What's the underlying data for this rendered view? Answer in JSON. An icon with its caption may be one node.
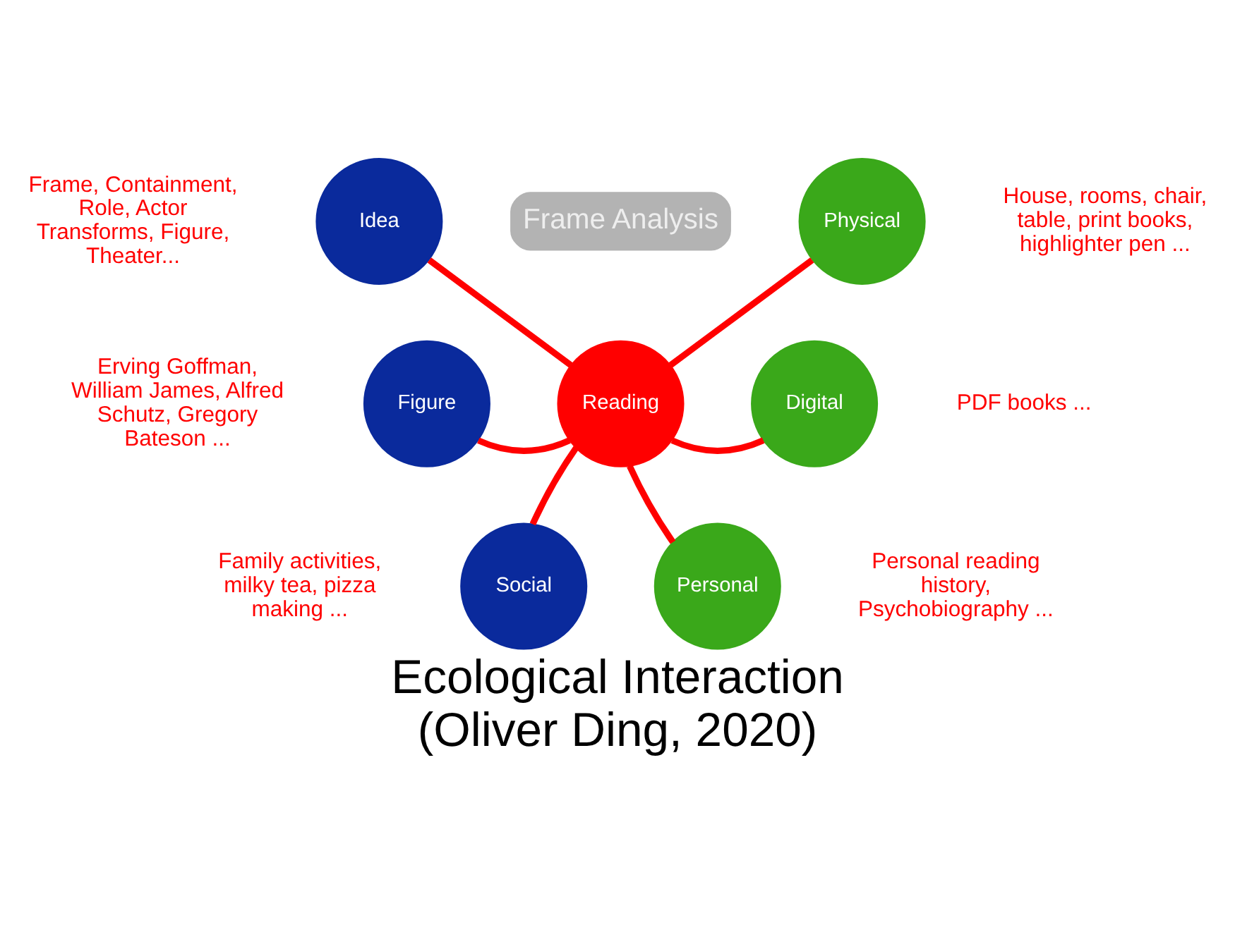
{
  "diagram": {
    "title": "Ecological Interaction",
    "caption": "(Oliver Ding, 2020)",
    "nodes": [
      {
        "text": [
          "Frame Analysis"
        ]
      },
      {
        "text": [
          "Idea"
        ],
        "beside": [
          "Frame, Containment, Role, Actor Transforms, Figure, Theater..."
        ]
      },
      {
        "text": [
          "Physical"
        ],
        "beside": [
          "House, rooms, chair, table, print books, highlighter pen ..."
        ]
      },
      {
        "text": [
          "Figure"
        ],
        "beside": [
          "Erving Goffman, William James, Alfred Schutz, Gregory Bateson ..."
        ]
      },
      {
        "text": [
          "Reading"
        ]
      },
      {
        "text": [
          "Digital"
        ],
        "beside": [
          "PDF books ..."
        ]
      },
      {
        "text": [
          "Social"
        ],
        "beside": [
          "Family activities, milky tea, pizza making ..."
        ]
      },
      {
        "text": [
          "Personal"
        ],
        "beside": [
          "Personal reading history, Psychobiography ..."
        ]
      }
    ],
    "edges": [
      {
        "from": 4,
        "to": 1,
        "arrow": "none",
        "color": "#ff0000"
      },
      {
        "from": 4,
        "to": 2,
        "arrow": "none",
        "color": "#ff0000"
      },
      {
        "from": 4,
        "to": 3,
        "arrow": "none",
        "color": "#ff0000"
      },
      {
        "from": 4,
        "to": 5,
        "arrow": "none",
        "color": "#ff0000"
      },
      {
        "from": 4,
        "to": 6,
        "arrow": "none",
        "color": "#ff0000"
      },
      {
        "from": 4,
        "to": 7,
        "arrow": "none",
        "color": "#ff0000"
      }
    ]
  }
}
